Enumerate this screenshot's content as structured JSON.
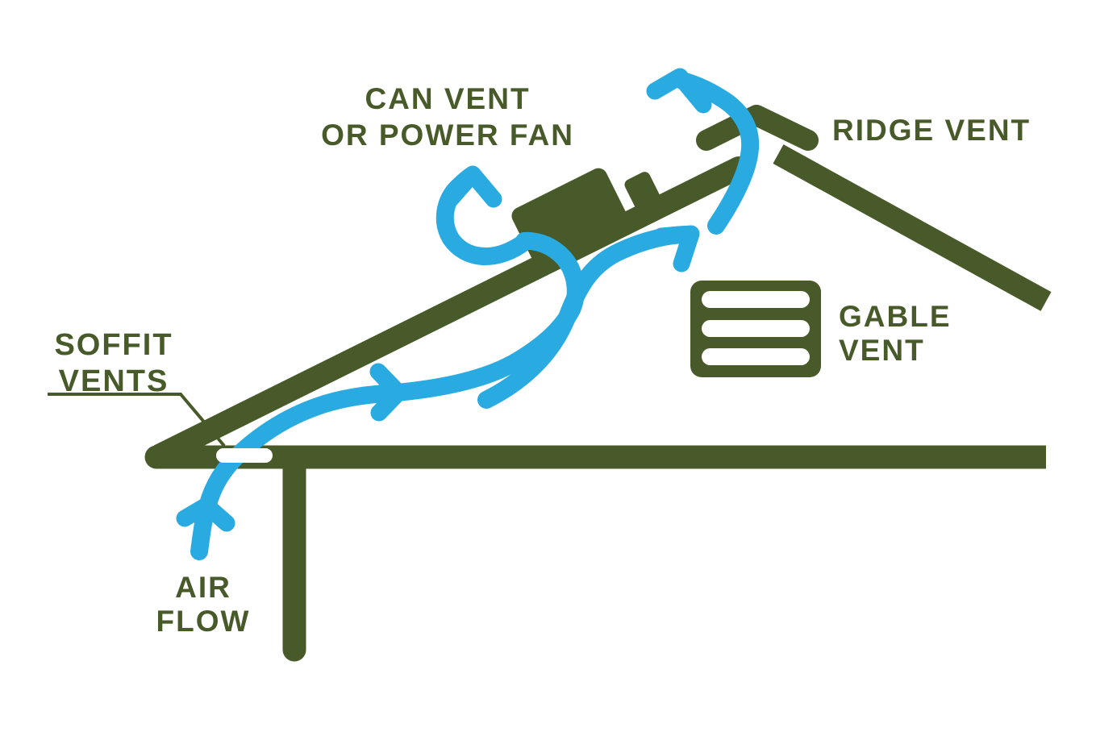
{
  "title": "Attic ventilation airflow diagram",
  "colors": {
    "green": "#485a29",
    "blue": "#29abe2",
    "bg": "#ffffff"
  },
  "labels": {
    "can_vent": {
      "line1": "CAN VENT",
      "line2": "OR POWER FAN"
    },
    "ridge_vent": "RIDGE VENT",
    "gable_vent": {
      "line1": "GABLE",
      "line2": "VENT"
    },
    "soffit_vents": {
      "line1": "SOFFIT",
      "line2": "VENTS"
    },
    "air_flow": {
      "line1": "AIR",
      "line2": "FLOW"
    }
  },
  "icons": {
    "airflow_arrows": "blue curved arrows showing air entering soffit, crossing attic, exiting can vent and ridge vent",
    "house_outline": "green roof slopes, ridge cap, ceiling line and wall",
    "gable_vent_icon": "green louvered vent with three white slats",
    "soffit_slot_icon": "white slot in eave",
    "can_vent_icon": "green box on roof slope"
  }
}
